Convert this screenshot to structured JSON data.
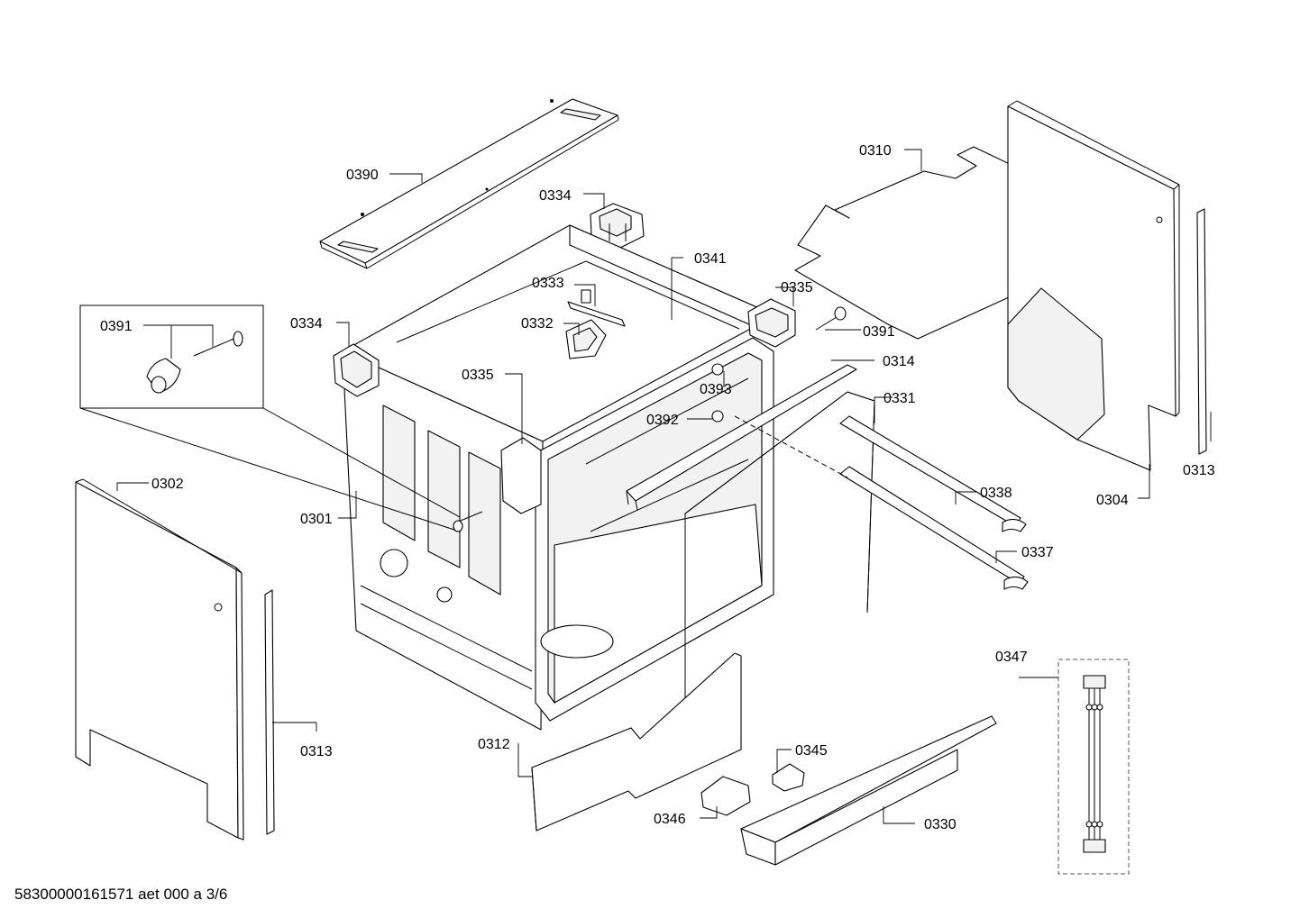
{
  "footer": {
    "text": "58300000161571 aet 000 a 3/6"
  },
  "labels": {
    "l0390": "0390",
    "l0334a": "0334",
    "l0334b": "0334",
    "l0341": "0341",
    "l0333": "0333",
    "l0332": "0332",
    "l0335a": "0335",
    "l0335b": "0335",
    "l0391a": "0391",
    "l0391b": "0391",
    "l0310": "0310",
    "l0314": "0314",
    "l0393": "0393",
    "l0392": "0392",
    "l0331": "0331",
    "l0338": "0338",
    "l0337": "0337",
    "l0304": "0304",
    "l0313a": "0313",
    "l0313b": "0313",
    "l0302": "0302",
    "l0301": "0301",
    "l0312": "0312",
    "l0345": "0345",
    "l0346": "0346",
    "l0330": "0330",
    "l0347": "0347"
  }
}
